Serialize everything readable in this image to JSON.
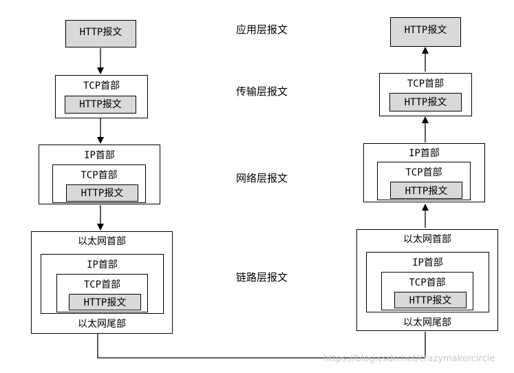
{
  "labels": {
    "http": "HTTP报文",
    "tcp": "TCP首部",
    "ip": "IP首部",
    "eth_head": "以太网首部",
    "eth_tail": "以太网尾部"
  },
  "layers": {
    "application": "应用层报文",
    "transport": "传输层报文",
    "network": "网络层报文",
    "link": "链路层报文"
  },
  "watermark": "https://blog.csdn.net/crazymakercircle"
}
